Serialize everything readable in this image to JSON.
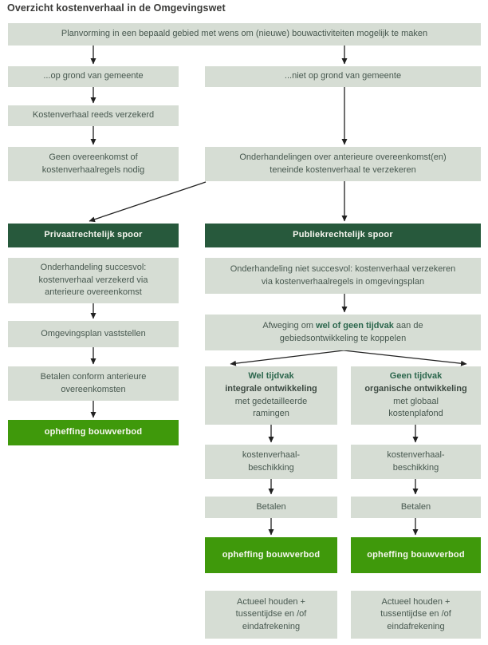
{
  "title": "Overzicht kostenverhaal in de Omgevingswet",
  "palette": {
    "box_background": "#d6ddd4",
    "box_text": "#47584f",
    "dark_green_header": "#27593c",
    "bright_green": "#3f990b",
    "emphasis_green": "#2b664c",
    "emphasis_dark": "#3d4a42",
    "arrow": "#212121",
    "header_text": "#f7f7f0"
  },
  "boxes": {
    "planvorming": "Planvorming in een bepaald gebied met wens om (nieuwe) bouwactiviteiten mogelijk te maken",
    "op_grond": "...op grond van gemeente",
    "niet_op_grond": "...niet op grond van gemeente",
    "reeds_verzekerd": "Kostenverhaal reeds verzekerd",
    "geen_overeenkomst": {
      "l1": "Geen overeenkomst of",
      "l2": "kostenverhaalregels nodig"
    },
    "onderhandelingen": {
      "l1": "Onderhandelingen over anterieure overeenkomst(en)",
      "l2": "teneinde kostenverhaal te verzekeren"
    },
    "privaat_spoor": "Privaatrechtelijk spoor",
    "publiek_spoor": "Publiekrechtelijk spoor",
    "succesvol": {
      "l1": "Onderhandeling succesvol:",
      "l2": "kostenverhaal verzekerd via",
      "l3": "anterieure overeenkomst"
    },
    "niet_succesvol": {
      "l1": "Onderhandeling niet succesvol: kostenverhaal verzekeren",
      "l2": "via kostenverhaalregels in omgevingsplan"
    },
    "omgevingsplan": "Omgevingsplan vaststellen",
    "afweging": {
      "prefix": "Afweging om ",
      "emph": "wel of geen tijdvak",
      "suffix": " aan de",
      "l2": "gebiedsontwikkeling te koppelen"
    },
    "betalen_conform": {
      "l1": "Betalen conform anterieure",
      "l2": "overeenkomsten"
    },
    "wel_tijdvak": {
      "l1": "Wel tijdvak",
      "l2": "integrale ontwikkeling",
      "l3": "met gedetailleerde",
      "l4": "ramingen"
    },
    "geen_tijdvak": {
      "l1": "Geen tijdvak",
      "l2": "organische ontwikkeling",
      "l3": "met globaal",
      "l4": "kostenplafond"
    },
    "opheffing": "opheffing bouwverbod",
    "beschikking": {
      "l1": "kostenverhaal-",
      "l2": "beschikking"
    },
    "betalen": "Betalen",
    "actueel": {
      "l1": "Actueel houden +",
      "l2": "tussentijdse en /of",
      "l3": "eindafrekening"
    }
  }
}
